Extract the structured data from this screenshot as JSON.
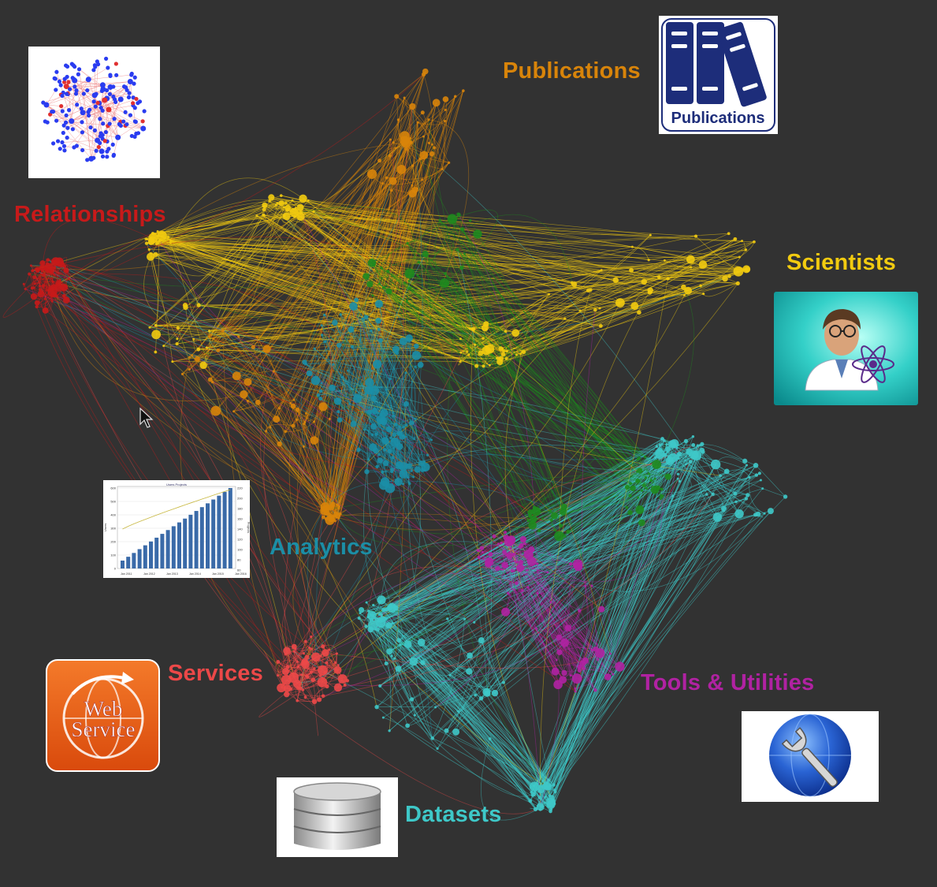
{
  "colors": {
    "background": "#323232",
    "publications": "#d8840a",
    "relationships": "#c71a1a",
    "scientists": "#f2cb10",
    "analytics": "#1b8ea6",
    "services": "#ec4848",
    "tools": "#b022a2",
    "datasets": "#3ec8c8",
    "green": "#1e8a1e"
  },
  "labels": {
    "publications": "Publications",
    "relationships": "Relationships",
    "scientists": "Scientists",
    "analytics": "Analytics",
    "services": "Services",
    "tools": "Tools & Utilities",
    "datasets": "Datasets"
  },
  "icons": {
    "publications": {
      "name": "publications-books-icon",
      "caption": "Publications"
    },
    "relationships": {
      "name": "network-graph-icon"
    },
    "scientists": {
      "name": "scientist-icon"
    },
    "analytics": {
      "name": "bar-chart-thumbnail",
      "legend": "Users  Projects",
      "x_ticks": [
        "Jan 2011",
        "Jan 2012",
        "Jan 2013",
        "Jan 2014",
        "Jan 2015",
        "Jan 2016"
      ],
      "y_left_ticks": [
        "600",
        "500",
        "400",
        "300",
        "200",
        "100",
        "0"
      ],
      "y_right_ticks": [
        "220",
        "200",
        "180",
        "160",
        "140",
        "120",
        "100",
        "80",
        "60"
      ],
      "y_left_label": "Users",
      "y_right_label": "Projects"
    },
    "services": {
      "name": "web-service-icon",
      "line1": "Web",
      "line2": "Service"
    },
    "datasets": {
      "name": "database-icon"
    },
    "tools": {
      "name": "wrench-globe-icon"
    }
  }
}
